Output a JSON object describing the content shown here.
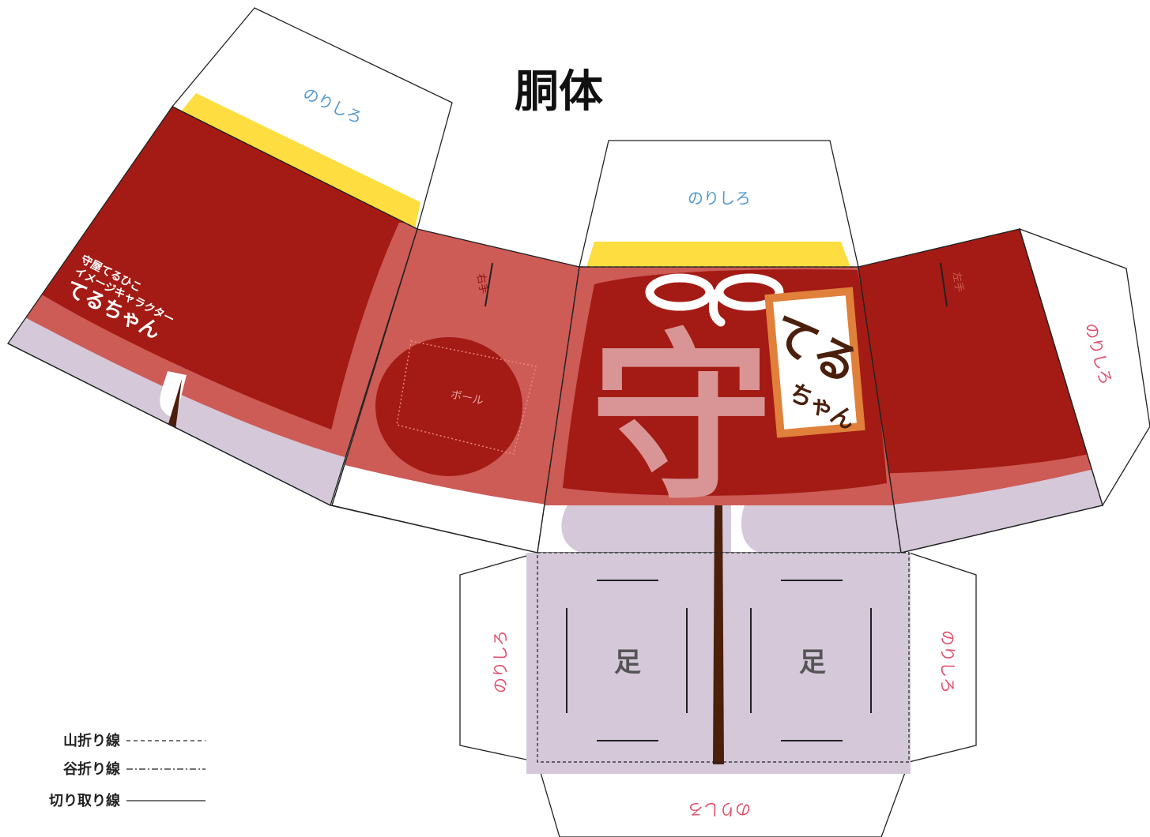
{
  "title": "胴体",
  "glue_label": "のりしろ",
  "right_hand_label": "右手",
  "left_hand_label": "左手",
  "ball_label": "ボール",
  "foot_label": "足",
  "big_kanji": "守",
  "badge": {
    "main": "てる",
    "sub": "ちゃん"
  },
  "caption": {
    "line1": "守屋てるひこ",
    "line2": "イメージキャラクター",
    "line3": "てるちゃん"
  },
  "legend": [
    {
      "label": "山折り線",
      "style": "mountain"
    },
    {
      "label": "谷折り線",
      "style": "valley"
    },
    {
      "label": "切り取り線",
      "style": "cut"
    }
  ],
  "colors": {
    "dark_red": "#a31b14",
    "mid_red": "#cd5b56",
    "yellow": "#fddd3f",
    "lavender": "#d4c8d9",
    "brown": "#4b1f0c",
    "badge_orange": "#e0803a",
    "kanji_pink": "#d99595",
    "glue_blue": "#5599cc",
    "glue_pink": "#e0506a"
  }
}
